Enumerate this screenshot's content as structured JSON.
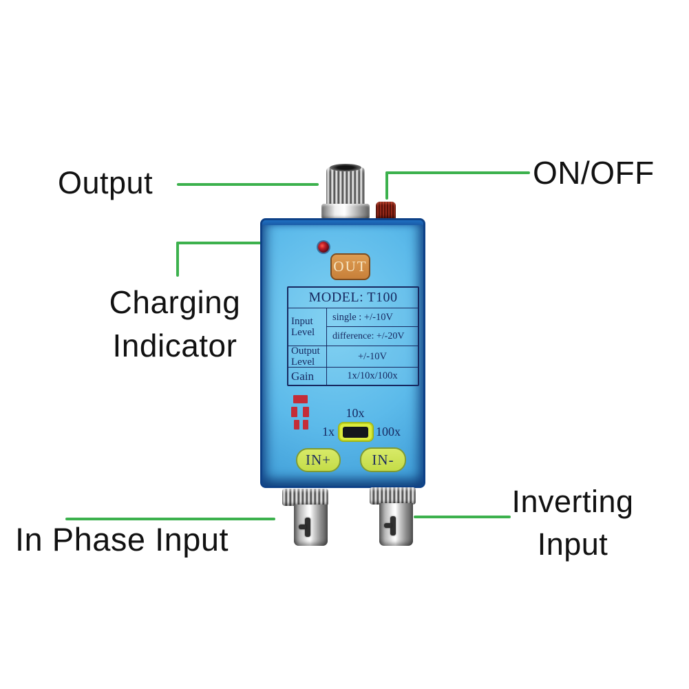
{
  "callouts": {
    "output": "Output",
    "on_off": "ON/OFF",
    "charging_line1": "Charging",
    "charging_line2": "Indicator",
    "in_phase": "In Phase Input",
    "inverting_line1": "Inverting",
    "inverting_line2": "Input"
  },
  "device": {
    "out_badge": "OUT",
    "spec_table": {
      "header": "MODEL: T100",
      "input_label": "Input Level",
      "input_single": "single : +/-10V",
      "input_difference": "difference: +/-20V",
      "output_label": "Output Level",
      "output_value": "+/-10V",
      "gain_label": "Gain",
      "gain_value": "1x/10x/100x"
    },
    "gain_switch": {
      "top_label": "10x",
      "left_label": "1x",
      "right_label": "100x"
    },
    "input_badges": {
      "in_plus": "IN+",
      "in_minus": "IN-"
    }
  },
  "colors": {
    "callout_line_green": "#3cb14d",
    "device_face_blue": "#5cbaea",
    "device_edge_navy": "#0d4187",
    "out_badge_orange": "#c8803a",
    "in_badge_yellow_green": "#cfe35c",
    "switch_yellow": "#dcec3e",
    "indicator_red": "#c42c38",
    "power_button_red": "#96291a",
    "print_ink_navy": "#16275f",
    "label_black": "#111111"
  }
}
